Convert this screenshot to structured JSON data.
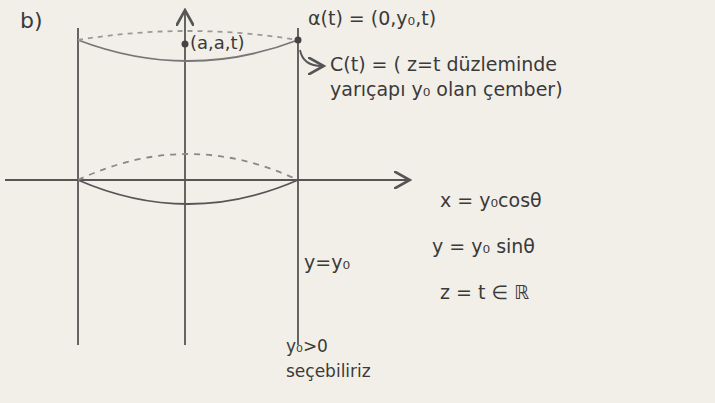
{
  "diagram": {
    "labels": [
      "b)",
      "(a,a,t)",
      "α(t) = (0,y₀,t)",
      "C(t) = ( z=t düzleminde yarıçapı y₀ olan çember)",
      "x = y₀cosθ",
      "y = y₀ sinθ",
      "z = t ∈ ℝ",
      "y=y₀",
      "y₀>0 seçebiliriz"
    ]
  }
}
